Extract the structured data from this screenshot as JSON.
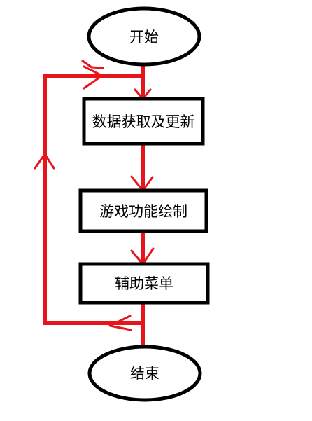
{
  "colors": {
    "background": "#ffffff",
    "outline": "#000000",
    "connector": "#e8141c",
    "text": "#000000"
  },
  "nodes": [
    {
      "id": "start",
      "shape": "ellipse",
      "label": "开始"
    },
    {
      "id": "fetch",
      "shape": "rect",
      "label": "数据获取及更新"
    },
    {
      "id": "draw",
      "shape": "rect",
      "label": "游戏功能绘制"
    },
    {
      "id": "menu",
      "shape": "rect",
      "label": "辅助菜单"
    },
    {
      "id": "end",
      "shape": "ellipse",
      "label": "结束"
    }
  ],
  "edges": [
    {
      "from": "start",
      "to": "fetch"
    },
    {
      "from": "fetch",
      "to": "draw"
    },
    {
      "from": "draw",
      "to": "menu"
    },
    {
      "from": "menu",
      "to": "end"
    },
    {
      "from": "menu",
      "to": "fetch",
      "kind": "loop"
    }
  ]
}
